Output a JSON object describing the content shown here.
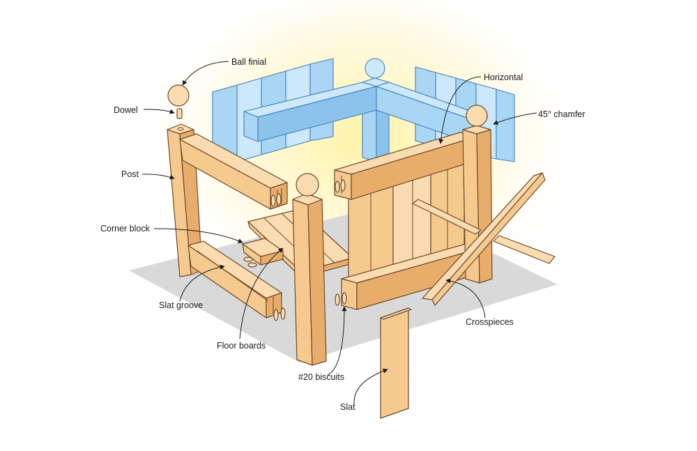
{
  "labels": {
    "ball_finial": "Ball finial",
    "dowel": "Dowel",
    "post": "Post",
    "corner_block": "Corner block",
    "slat_groove": "Slat groove",
    "floor_boards": "Floor boards",
    "biscuits": "#20 biscuits",
    "slat": "Slat",
    "crosspieces": "Crosspieces",
    "chamfer": "45° chamfer",
    "horizontal": "Horizontal"
  },
  "colors": {
    "wood": "#f6c98f",
    "ghost_parts": "#a9d6f5",
    "glow": "#fff6b8",
    "shadow": "#d9d9d9"
  }
}
